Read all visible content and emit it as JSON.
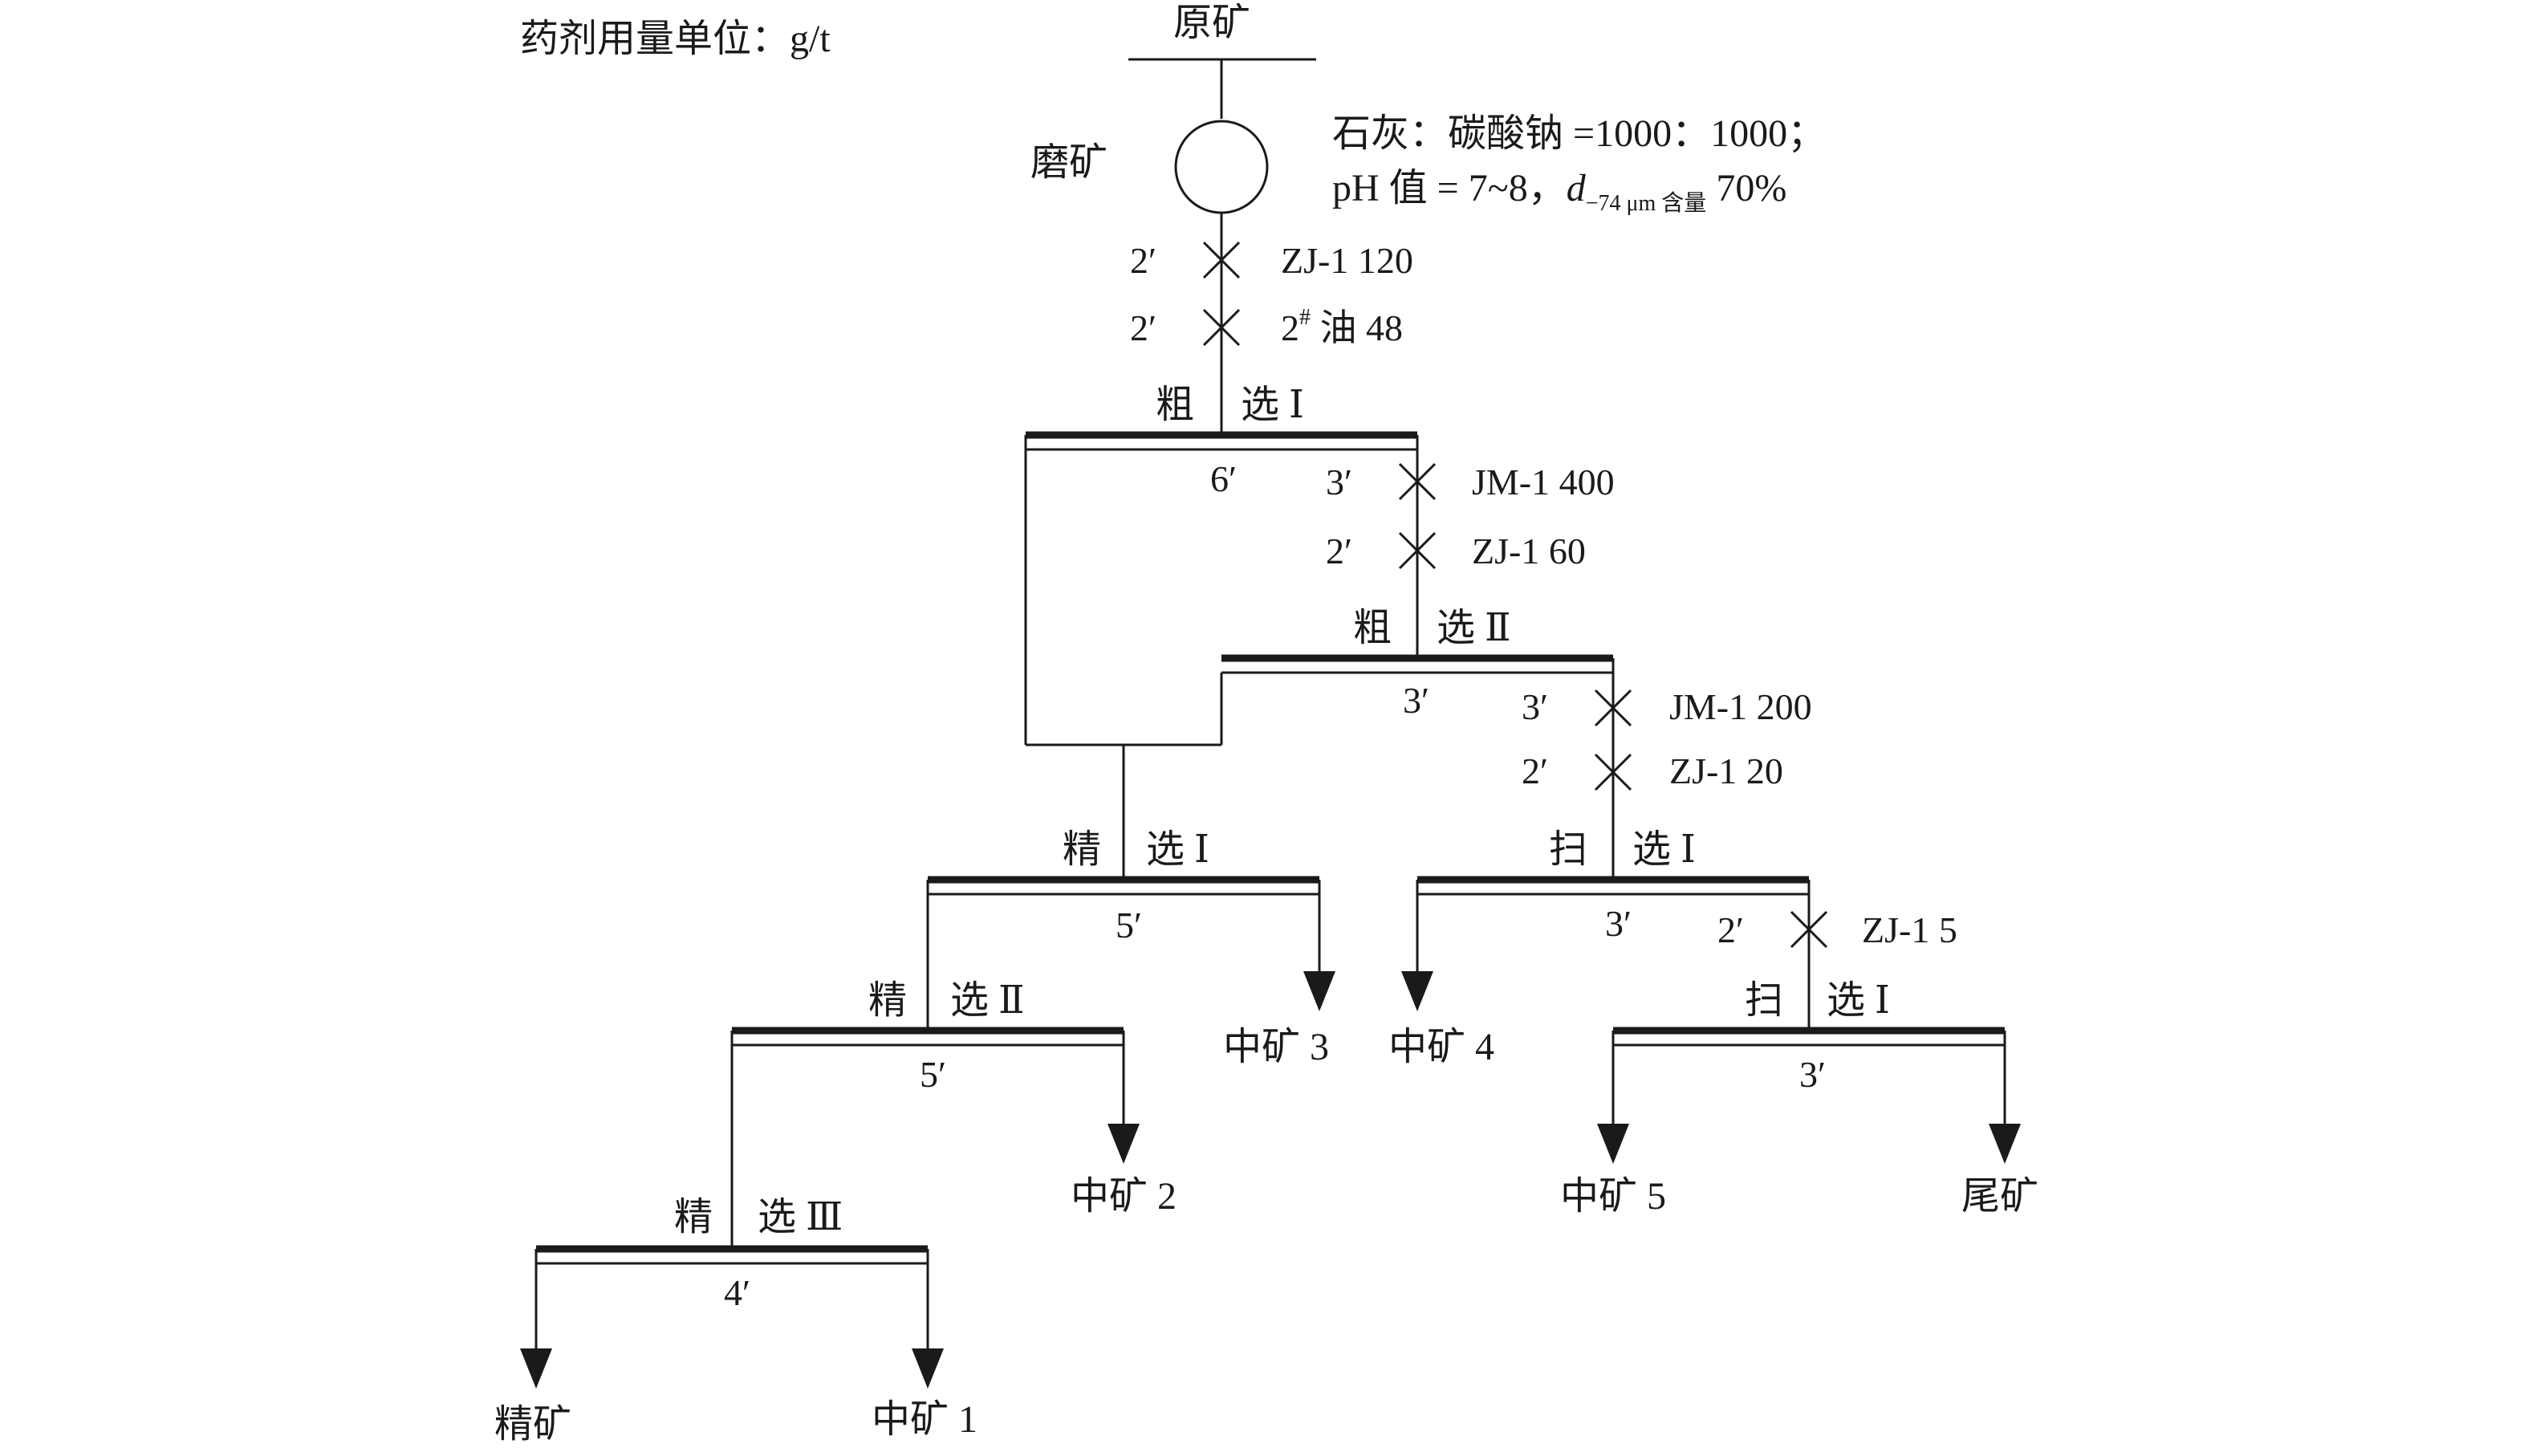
{
  "header": {
    "dosage_unit": "药剂用量单位：g/t"
  },
  "feed": {
    "raw_ore": "原矿",
    "grinding": "磨矿",
    "grinding_note_1": "石灰：碳酸钠 =1000：1000；",
    "grinding_note_2_prefix": "pH 值 = 7~8，",
    "grinding_note_2_d": "d",
    "grinding_note_2_sub": "−74 μm 含量",
    "grinding_note_2_suffix": " 70%"
  },
  "times": {
    "t_2a": "2′",
    "t_2b": "2′",
    "rough1": "6′",
    "t_3a": "3′",
    "t_2c": "2′",
    "rough2": "3′",
    "t_3b": "3′",
    "t_2d": "2′",
    "clean1": "5′",
    "scav1": "3′",
    "t_2e": "2′",
    "clean2": "5′",
    "scav2": "3′",
    "clean3": "4′"
  },
  "reagents": {
    "zj1_120": "ZJ-1 120",
    "oil_num": "2",
    "oil_sup": "#",
    "oil_rest": " 油 48",
    "jm1_400": "JM-1 400",
    "zj1_60": "ZJ-1 60",
    "jm1_200": "JM-1 200",
    "zj1_20": "ZJ-1 20",
    "zj1_5": "ZJ-1 5"
  },
  "stages": {
    "rough1_a": "粗",
    "rough1_b": "选 Ⅰ",
    "rough2_a": "粗",
    "rough2_b": "选 Ⅱ",
    "clean1_a": "精",
    "clean1_b": "选 Ⅰ",
    "clean2_a": "精",
    "clean2_b": "选 Ⅱ",
    "clean3_a": "精",
    "clean3_b": "选 Ⅲ",
    "scav1_a": "扫",
    "scav1_b": "选 Ⅰ",
    "scav2_a": "扫",
    "scav2_b": "选 Ⅰ"
  },
  "products": {
    "concentrate": "精矿",
    "middling1": "中矿 1",
    "middling2": "中矿 2",
    "middling3": "中矿 3",
    "middling4": "中矿 4",
    "middling5": "中矿 5",
    "tailings": "尾矿"
  }
}
